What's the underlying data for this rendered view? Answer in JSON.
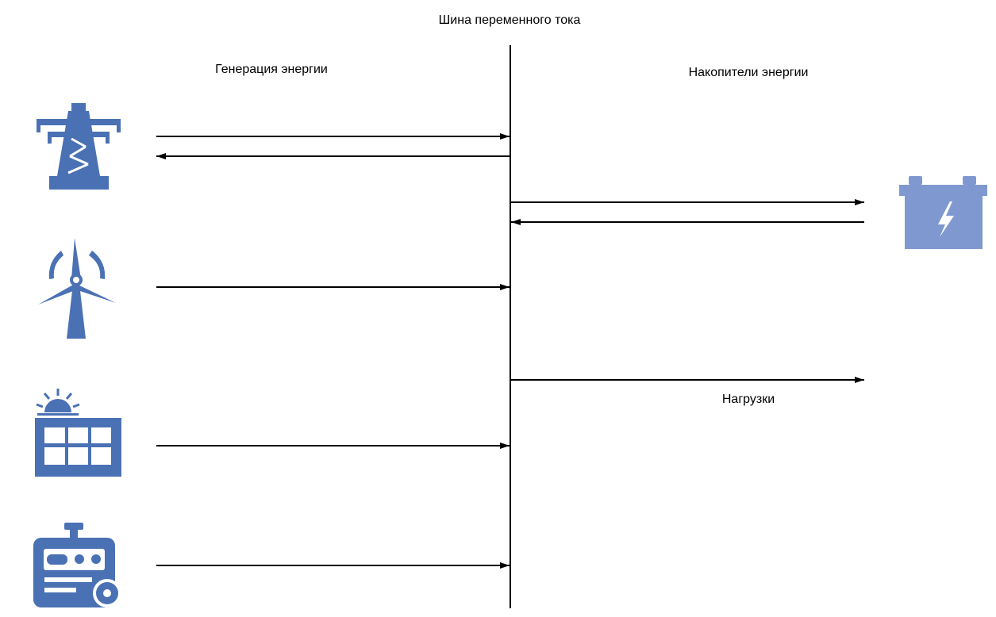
{
  "diagram": {
    "bus_label": "Шина переменного тока",
    "generation_label": "Генерация энергии",
    "storage_label": "Накопители энергии",
    "loads_label": "Нагрузки"
  },
  "icons": {
    "grid": "power-tower-icon",
    "wind": "wind-turbine-icon",
    "solar": "solar-panel-icon",
    "generator": "generator-icon",
    "battery": "battery-icon"
  },
  "colors": {
    "icon_primary": "#4a71b4",
    "icon_battery": "#7f99d0",
    "line": "#000000"
  }
}
